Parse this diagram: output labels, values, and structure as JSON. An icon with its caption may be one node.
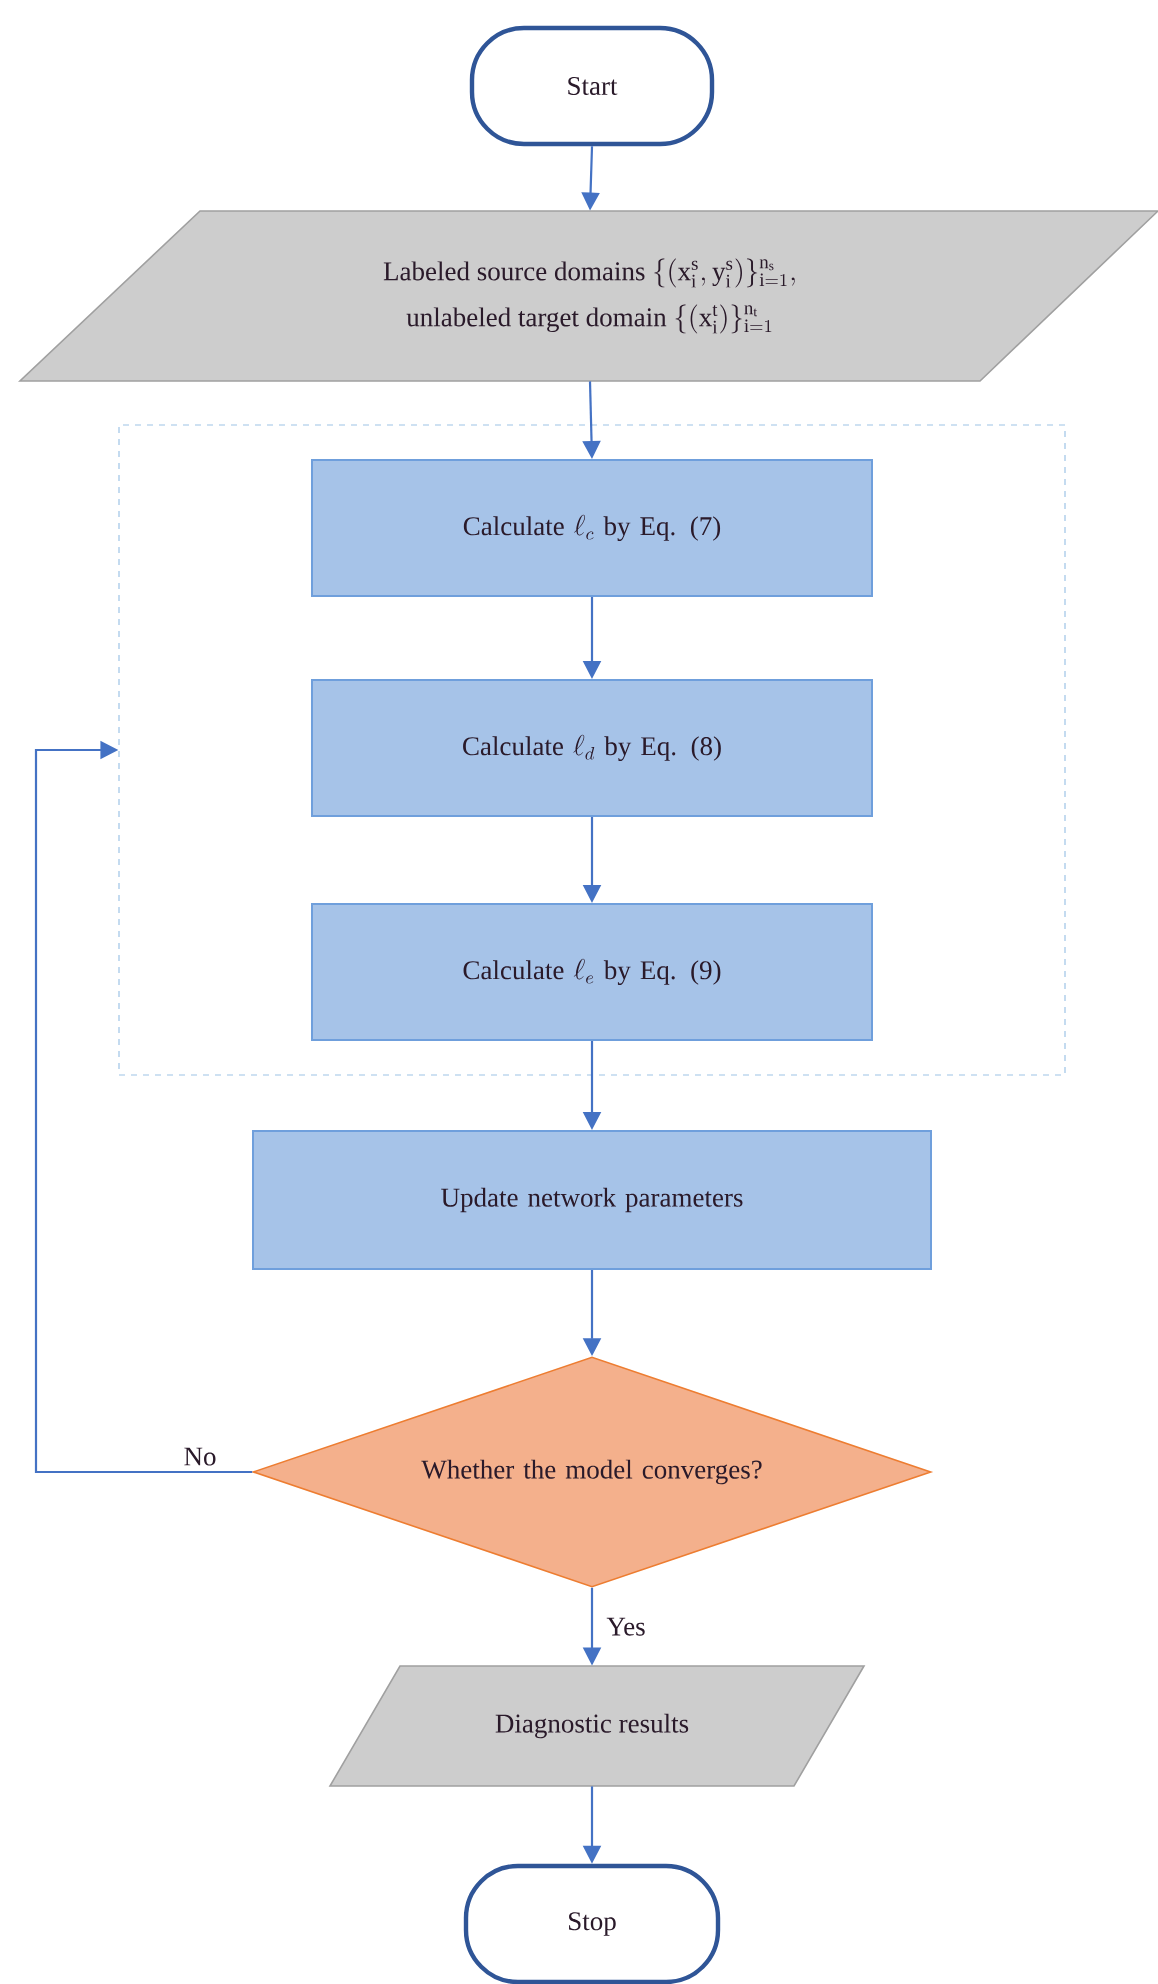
{
  "diagram": {
    "nodes": [
      {
        "text": [
          "Start"
        ]
      },
      {
        "text": [
          "Labeled source domains",
          "\\{(\\mathrm{x}_{\\mathrm{i}}^{\\mathrm{s}},\\mathrm{y}_{\\mathrm{i}}^{\\mathrm{s}})\\}_{\\mathrm{i}=1}^{\\mathrm{n}_{\\mathrm{s}}},",
          "unlabeled target domain",
          "\\{(\\mathrm{x}_{\\mathrm{i}}^{\\mathrm{t}})\\}_{\\mathrm{i}=1}^{\\mathrm{n}_{\\mathrm{t}}}"
        ]
      },
      {
        "text": [],
        "shape": "box"
      },
      {
        "text": [
          "Calculate",
          "\\ell_c",
          "by Eq. (7)"
        ],
        "in": 2
      },
      {
        "text": [
          "Calculate",
          "\\ell_d",
          "by Eq. (8)"
        ],
        "in": 2
      },
      {
        "text": [
          "Calculate",
          "\\ell_e",
          "by Eq. (9)"
        ],
        "in": 2
      },
      {
        "text": [
          "Update network parameters"
        ]
      },
      {
        "text": [
          "Whether the model converges?"
        ]
      },
      {
        "text": [
          "Diagnostic results"
        ]
      },
      {
        "text": [
          "Stop"
        ]
      }
    ],
    "edges": [
      {
        "from": 0,
        "to": 1,
        "arrow": "to"
      },
      {
        "from": 1,
        "to": 3,
        "arrow": "to"
      },
      {
        "from": 3,
        "to": 4,
        "arrow": "to"
      },
      {
        "from": 4,
        "to": 5,
        "arrow": "to"
      },
      {
        "from": 5,
        "to": 6,
        "arrow": "to"
      },
      {
        "from": 6,
        "to": 7,
        "arrow": "to"
      },
      {
        "from": 7,
        "to": 2,
        "arrow": "to",
        "label": "No"
      },
      {
        "from": 7,
        "to": 8,
        "arrow": "to",
        "label": "Yes"
      },
      {
        "from": 8,
        "to": 9,
        "arrow": "to"
      }
    ]
  }
}
